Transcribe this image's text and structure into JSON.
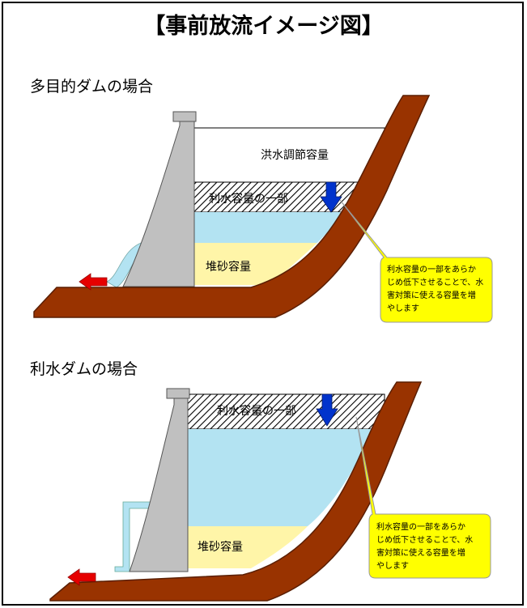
{
  "title": "【事前放流イメージ図】",
  "diagrams": [
    {
      "heading": "多目的ダムの場合",
      "flood_control_label": "洪水調節容量",
      "water_use_part_label": "利水容量の一部",
      "sediment_label": "堆砂容量",
      "callout_lines": [
        "利水容量の一部をあらか",
        "じめ低下させることで、水",
        "害対策に使える容量を増",
        "やします"
      ]
    },
    {
      "heading": "利水ダムの場合",
      "water_use_part_label": "利水容量の一部",
      "sediment_label": "堆砂容量",
      "callout_lines": [
        "利水容量の一部をあらか",
        "じめ低下させることで、水",
        "害対策に使える容量を増",
        "やします"
      ]
    }
  ],
  "colors": {
    "ground": "#993300",
    "ground_outline": "#5a1e00",
    "water": "#b3e3f2",
    "sediment": "#fff5a8",
    "dam": "#c0c0c0",
    "callout": "#ffff00",
    "arrow_blue": "#0033cc",
    "arrow_red": "#e60000"
  }
}
